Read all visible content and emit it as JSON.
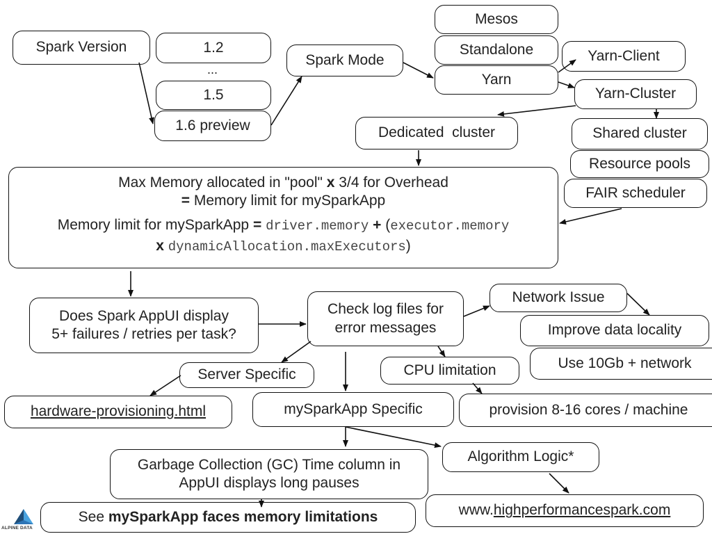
{
  "spark_version": {
    "label": "Spark Version"
  },
  "versions": {
    "v12": "1.2",
    "ellipsis": "...",
    "v15": "1.5",
    "v16": "1.6 preview"
  },
  "spark_mode": {
    "label": "Spark Mode"
  },
  "modes": {
    "mesos": "Mesos",
    "standalone": "Standalone",
    "yarn": "Yarn"
  },
  "yarn_modes": {
    "client": "Yarn-Client",
    "cluster": "Yarn-Cluster"
  },
  "cluster": {
    "dedicated": "Dedicated  cluster",
    "shared": "Shared cluster",
    "pools": "Resource pools",
    "fair": "FAIR scheduler"
  },
  "memory": {
    "line1a": "Max Memory allocated in \"pool\" ",
    "line1x": "x",
    "line1b": " 3/4 for Overhead",
    "line2eq": "=",
    "line2b": " Memory limit for mySparkApp",
    "line3a": "Memory limit for mySparkApp ",
    "line3eq": "=",
    "line3driver": "driver.memory",
    "line3plus": "+",
    "line3paren": "(",
    "line3exec": "executor.memory",
    "line4x": "x",
    "line4alloc": "dynamicAllocation.maxExecutors",
    "line4close": ")"
  },
  "appui": {
    "line1": "Does Spark AppUI display",
    "line2": "5+ failures / retries per task?"
  },
  "logs": {
    "line1": "Check log files for",
    "line2": "error messages"
  },
  "network": {
    "issue": "Network Issue",
    "locality": "Improve data locality",
    "tengb": "Use 10Gb + network"
  },
  "server": {
    "specific": "Server Specific",
    "link": "hardware-provisioning.html"
  },
  "cpu": {
    "limitation": "CPU limitation",
    "provision": "provision 8-16 cores / machine"
  },
  "app": {
    "specific": "mySparkApp Specific"
  },
  "gc": {
    "line1": "Garbage Collection (GC) Time column in",
    "line2": "AppUI displays long pauses"
  },
  "algo": {
    "label": "Algorithm Logic*",
    "site_prefix": "www.",
    "site_link": "highperformancespark.com"
  },
  "see": {
    "prefix": "See ",
    "bold": "mySparkApp faces memory limitations"
  },
  "logo": {
    "text": "ALPINE DATA",
    "color_dark": "#1f4e79",
    "color_light": "#4aa3df",
    "color_mid": "#2e75b6"
  }
}
